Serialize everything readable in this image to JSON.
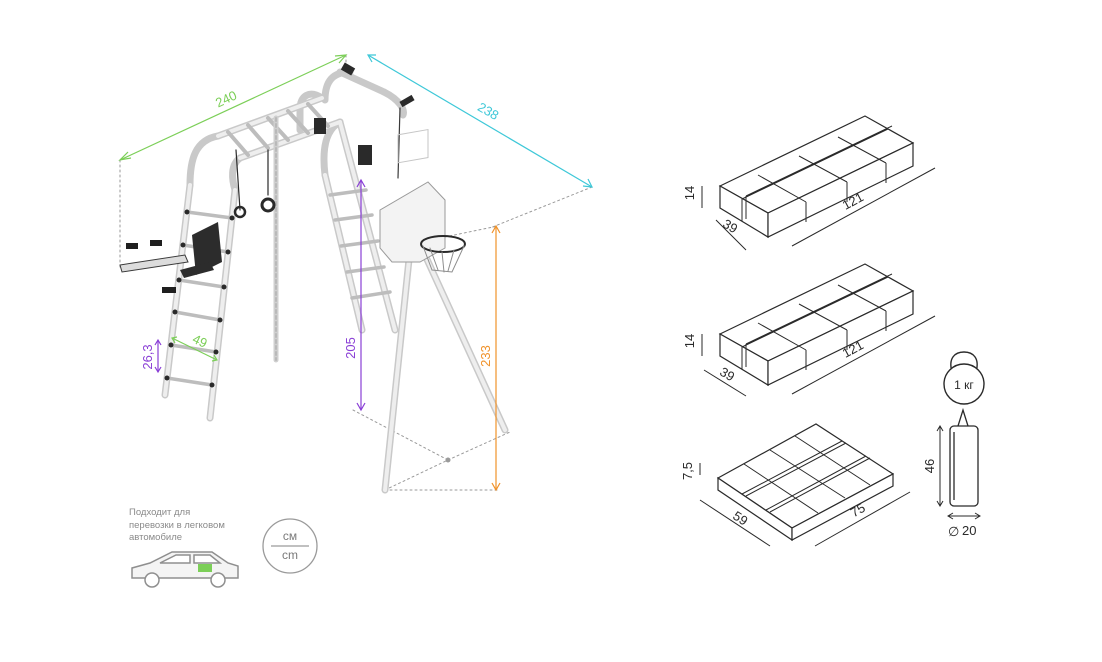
{
  "colors": {
    "green": "#7ccf58",
    "cyan": "#3ec8d8",
    "purple": "#8a3fd6",
    "orange": "#f0922a",
    "line": "#3a3a3a",
    "frame": "#e9e9e9",
    "dotted": "#9a9a9a"
  },
  "main_dims": {
    "width": "240",
    "depth": "238",
    "rung_height": "26,3",
    "ladder_width": "49",
    "hoop_height": "205",
    "total_height": "233"
  },
  "transport_note": [
    "Подходит для",
    "перевозки в легковом",
    "автомобиле"
  ],
  "units": {
    "ru": "см",
    "en": "cm"
  },
  "boxes": [
    {
      "height": "14",
      "width": "39",
      "length": "121"
    },
    {
      "height": "14",
      "width": "39",
      "length": "121"
    },
    {
      "height": "7,5",
      "width": "59",
      "length": "75"
    }
  ],
  "kettlebell": {
    "label": "1 кг"
  },
  "punching_bag": {
    "height": "46",
    "diameter": "20",
    "diameter_symbol": "∅"
  },
  "icons": [
    "car-icon",
    "kettlebell-icon",
    "punching-bag-icon",
    "units-badge-icon"
  ]
}
